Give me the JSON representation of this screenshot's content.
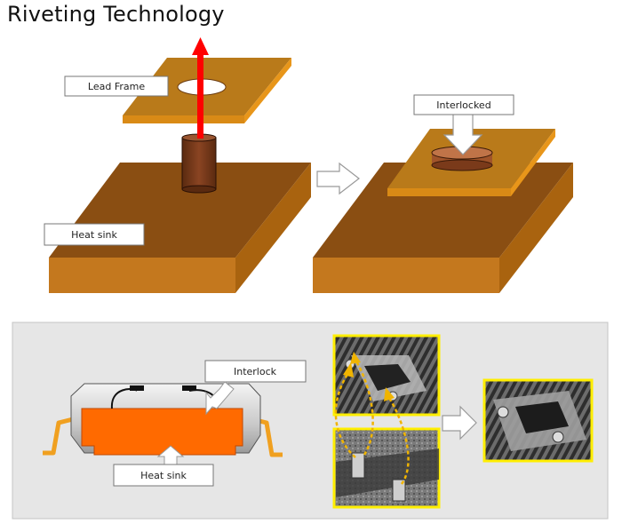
{
  "title": "Riveting Technology",
  "labels": {
    "lead_frame": "Lead Frame",
    "heat_sink_top": "Heat sink",
    "interlocked": "Interlocked",
    "interlock": "Interlock",
    "heat_sink_bottom": "Heat sink"
  },
  "colors": {
    "heat_sink_top": "#8a4e12",
    "heat_sink_side": "#c4781e",
    "lead_frame_top": "#b97a1a",
    "lead_frame_edge": "#e8961a",
    "rivet": "#7a3a1a",
    "arrow_red": "#ff0000",
    "panel_bg": "#e6e6e6",
    "orange": "#ff6a00",
    "photo_border": "#ffee00",
    "callout_arrow": "#f0b400"
  },
  "icons": {
    "pull_arrow": "red-up-arrow-icon",
    "process_arrow": "right-arrow-icon",
    "press_arrow": "down-arrow-icon"
  }
}
